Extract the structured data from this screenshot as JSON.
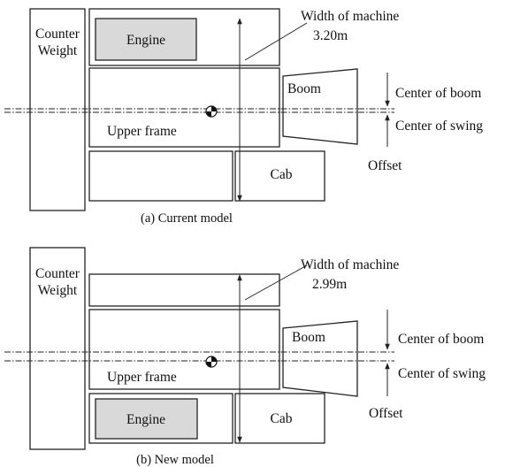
{
  "panels": [
    {
      "caption": "(a) Current model",
      "counterweight_line1": "Counter",
      "counterweight_line2": "Weight",
      "engine_label": "Engine",
      "upper_frame_label": "Upper frame",
      "boom_label": "Boom",
      "cab_label": "Cab",
      "width_label": "Width of machine",
      "width_value": "3.20m",
      "center_boom_label": "Center of boom",
      "center_swing_label": "Center of swing",
      "offset_label": "Offset"
    },
    {
      "caption": "(b) New model",
      "counterweight_line1": "Counter",
      "counterweight_line2": "Weight",
      "engine_label": "Engine",
      "upper_frame_label": "Upper frame",
      "boom_label": "Boom",
      "cab_label": "Cab",
      "width_label": "Width of machine",
      "width_value": "2.99m",
      "center_boom_label": "Center of boom",
      "center_swing_label": "Center of swing",
      "offset_label": "Offset"
    }
  ]
}
